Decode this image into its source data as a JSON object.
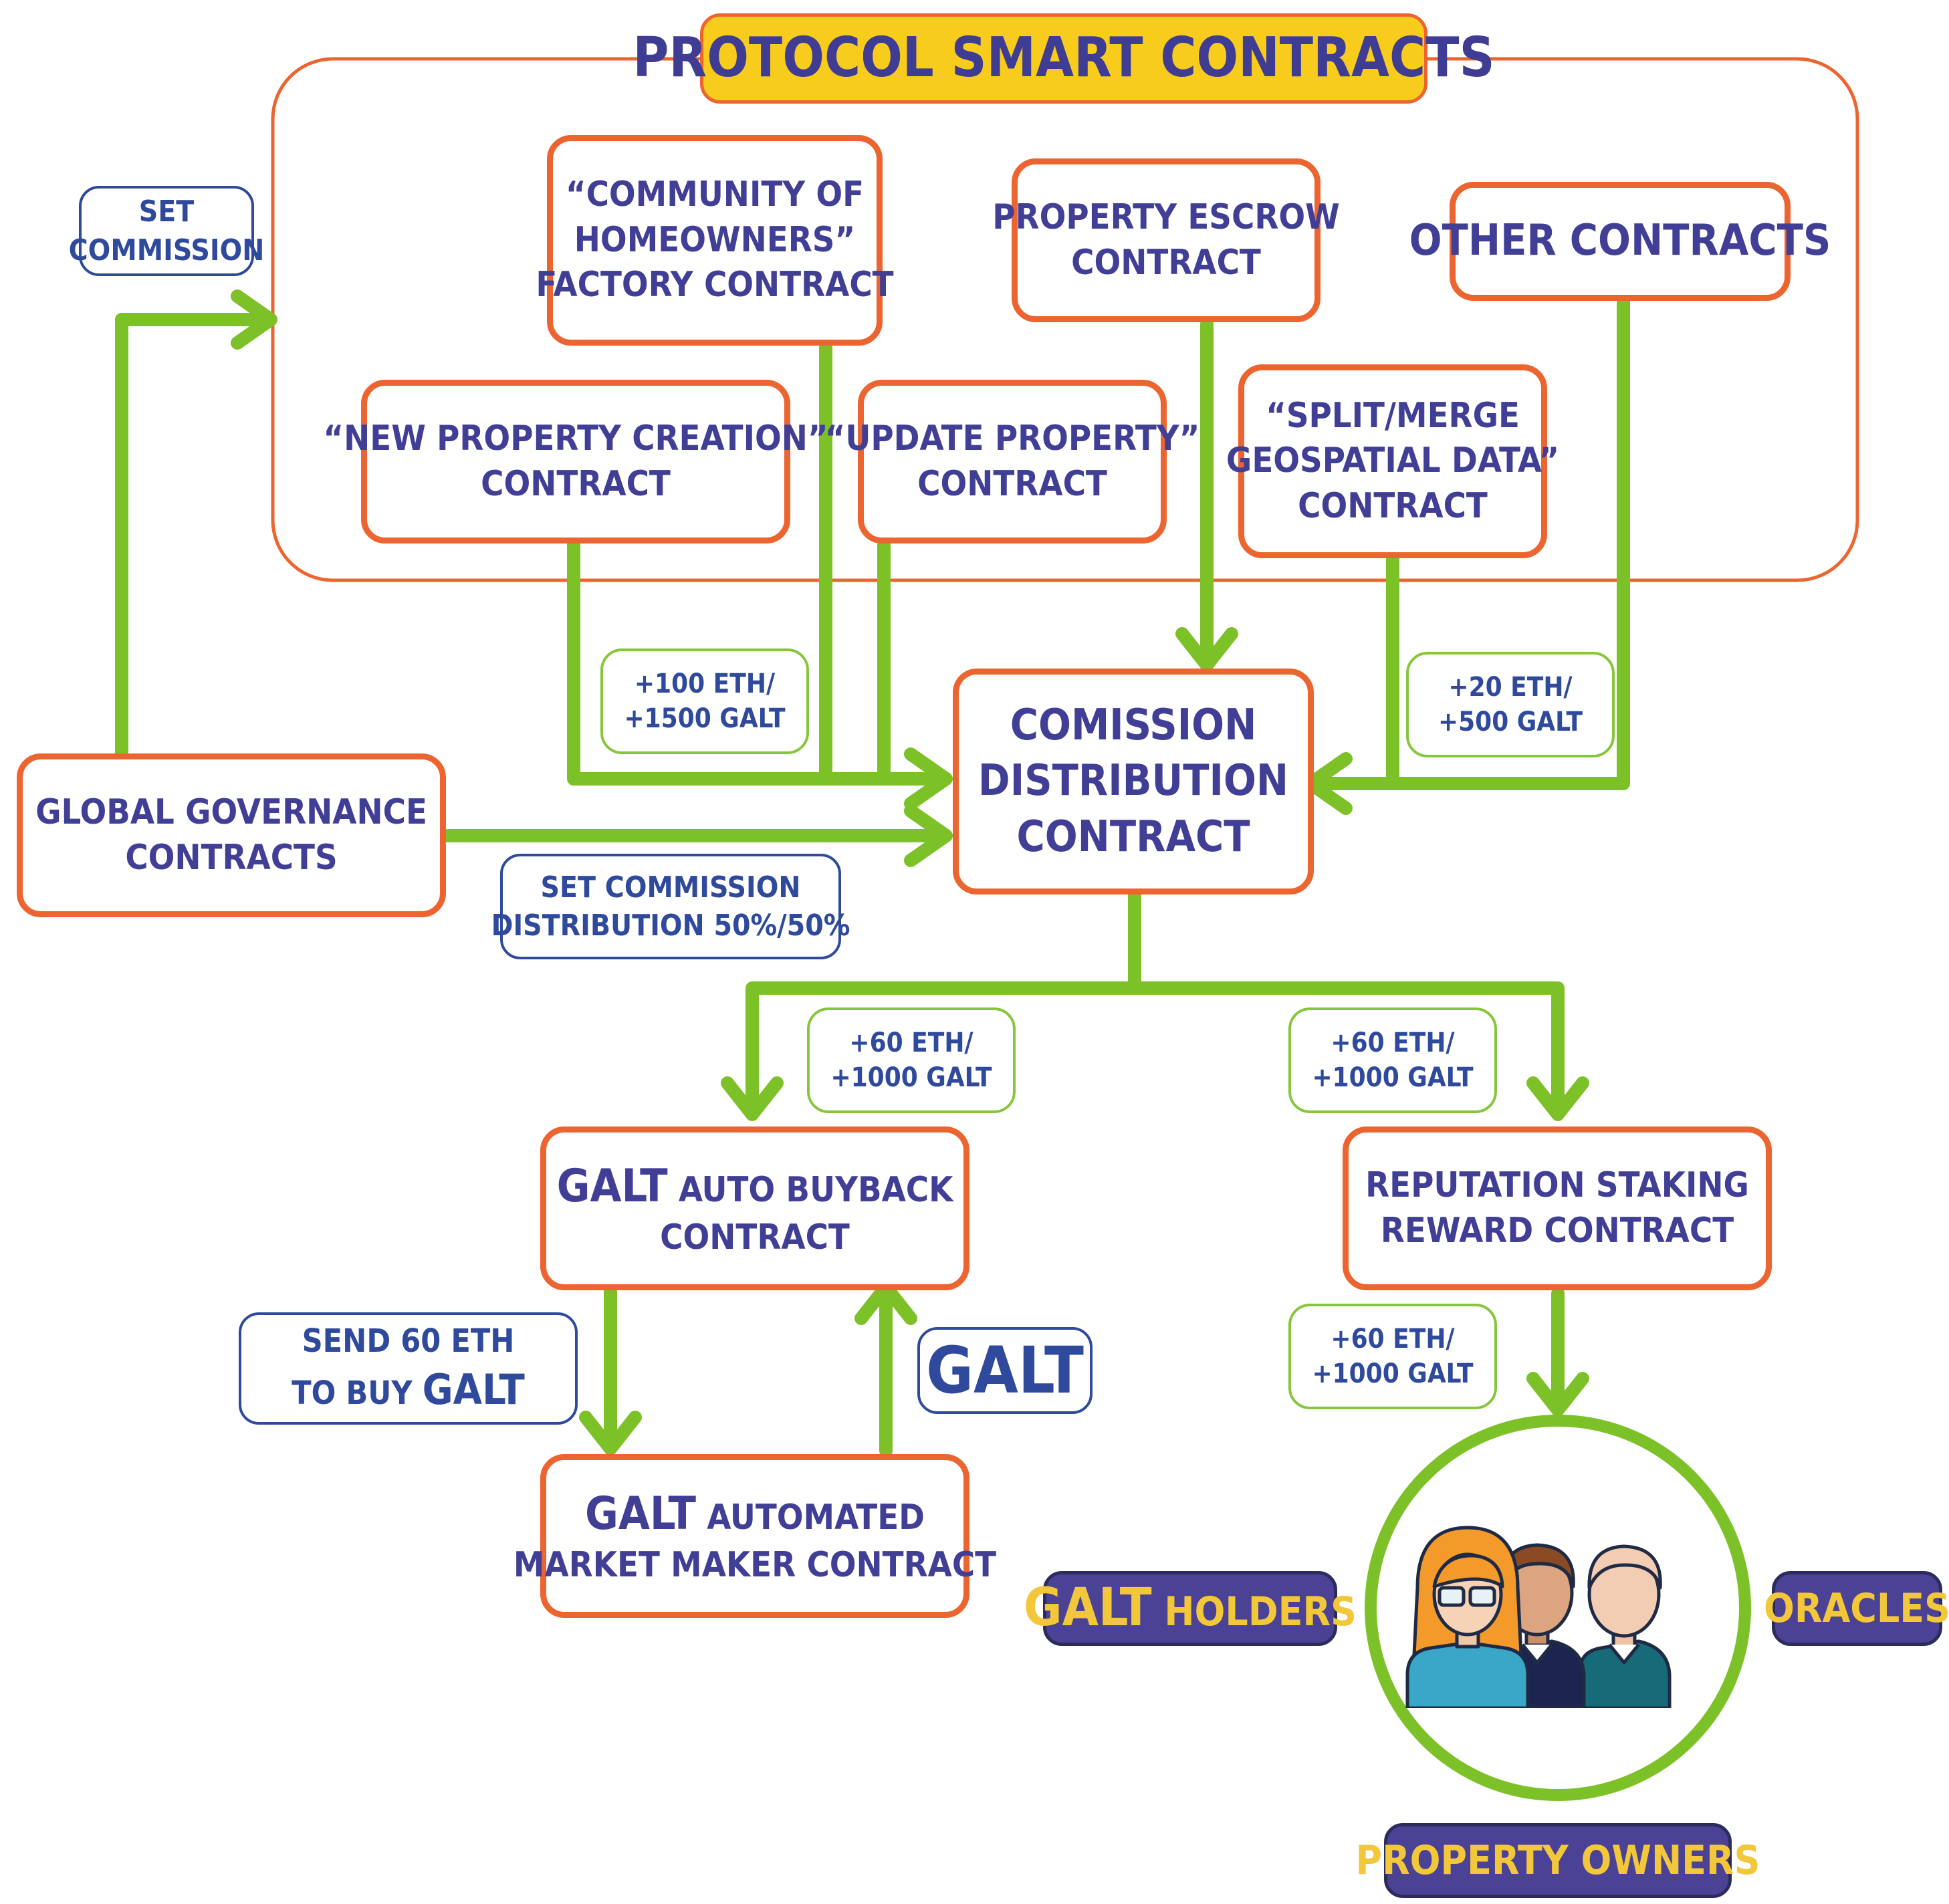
{
  "title": "PROTOCOL SMART CONTRACTS",
  "nodes": {
    "factory": [
      "“COMMUNITY OF",
      "HOMEOWNERS”",
      "FACTORY CONTRACT"
    ],
    "escrow": [
      "PROPERTY ESCROW",
      "CONTRACT"
    ],
    "other": [
      "OTHER CONTRACTS"
    ],
    "new_property": [
      "“NEW PROPERTY CREATION”",
      "CONTRACT"
    ],
    "update_property": [
      "“UPDATE PROPERTY”",
      "CONTRACT"
    ],
    "split_merge": [
      "“SPLIT/MERGE",
      "GEOSPATIAL DATA”",
      "CONTRACT"
    ],
    "commission": [
      "COMISSION",
      "DISTRIBUTION",
      "CONTRACT"
    ],
    "governance": [
      "GLOBAL GOVERNANCE",
      "CONTRACTS"
    ],
    "buyback": {
      "em": "GALT",
      "rest": "AUTO BUYBACK",
      "line2": "CONTRACT"
    },
    "amm": {
      "em": "GALT",
      "rest": "AUTOMATED",
      "line2": "MARKET MAKER CONTRACT"
    },
    "staking": [
      "REPUTATION STAKING",
      "REWARD CONTRACT"
    ]
  },
  "notes": {
    "set_commission": [
      "SET",
      "COMMISSION"
    ],
    "fee_left": [
      "+100 ETH/",
      "+1500 GALT"
    ],
    "fee_right": [
      "+20 ETH/",
      "+500 GALT"
    ],
    "set_distribution": [
      "SET COMMISSION",
      "DISTRIBUTION 50%/50%"
    ],
    "split_left": [
      "+60 ETH/",
      "+1000 GALT"
    ],
    "split_right": [
      "+60 ETH/",
      "+1000 GALT"
    ],
    "reward": [
      "+60 ETH/",
      "+1000 GALT"
    ],
    "send_eth": {
      "line1": "SEND 60 ETH",
      "pre": "TO BUY",
      "em": "GALT"
    },
    "galt_return": "GALT"
  },
  "recipients": {
    "holders": {
      "em": "GALT",
      "rest": "HOLDERS"
    },
    "oracles": "ORACLES",
    "owners": "PROPERTY OWNERS",
    "group_icon": "people-group-icon"
  },
  "colors": {
    "orange": "#ec6530",
    "green": "#7dc128",
    "navy": "#413e96",
    "yellow": "#f7cc1c",
    "pill": "#4b4296"
  }
}
